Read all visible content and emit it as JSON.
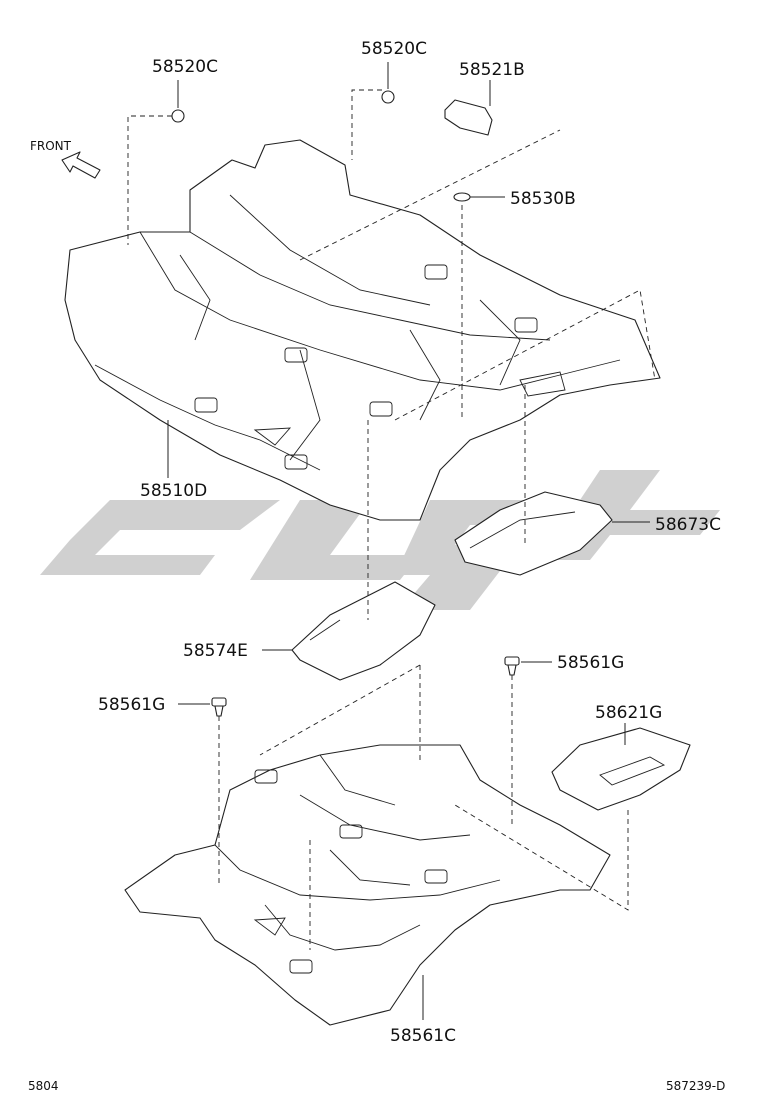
{
  "diagram": {
    "orientation_label": "FRONT",
    "parts": [
      {
        "id": "p-58520c-a",
        "label": "58520C"
      },
      {
        "id": "p-58520c-b",
        "label": "58520C"
      },
      {
        "id": "p-58521b",
        "label": "58521B"
      },
      {
        "id": "p-58530b",
        "label": "58530B"
      },
      {
        "id": "p-58510d",
        "label": "58510D"
      },
      {
        "id": "p-58673c",
        "label": "58673C"
      },
      {
        "id": "p-58574e",
        "label": "58574E"
      },
      {
        "id": "p-58561g-a",
        "label": "58561G"
      },
      {
        "id": "p-58561g-b",
        "label": "58561G"
      },
      {
        "id": "p-58621g",
        "label": "58621G"
      },
      {
        "id": "p-58561c",
        "label": "58561C"
      }
    ],
    "page_code": "5804",
    "diagram_code": "587239-D"
  },
  "colors": {
    "line": "#222222",
    "watermark": "#c8c8c8"
  }
}
